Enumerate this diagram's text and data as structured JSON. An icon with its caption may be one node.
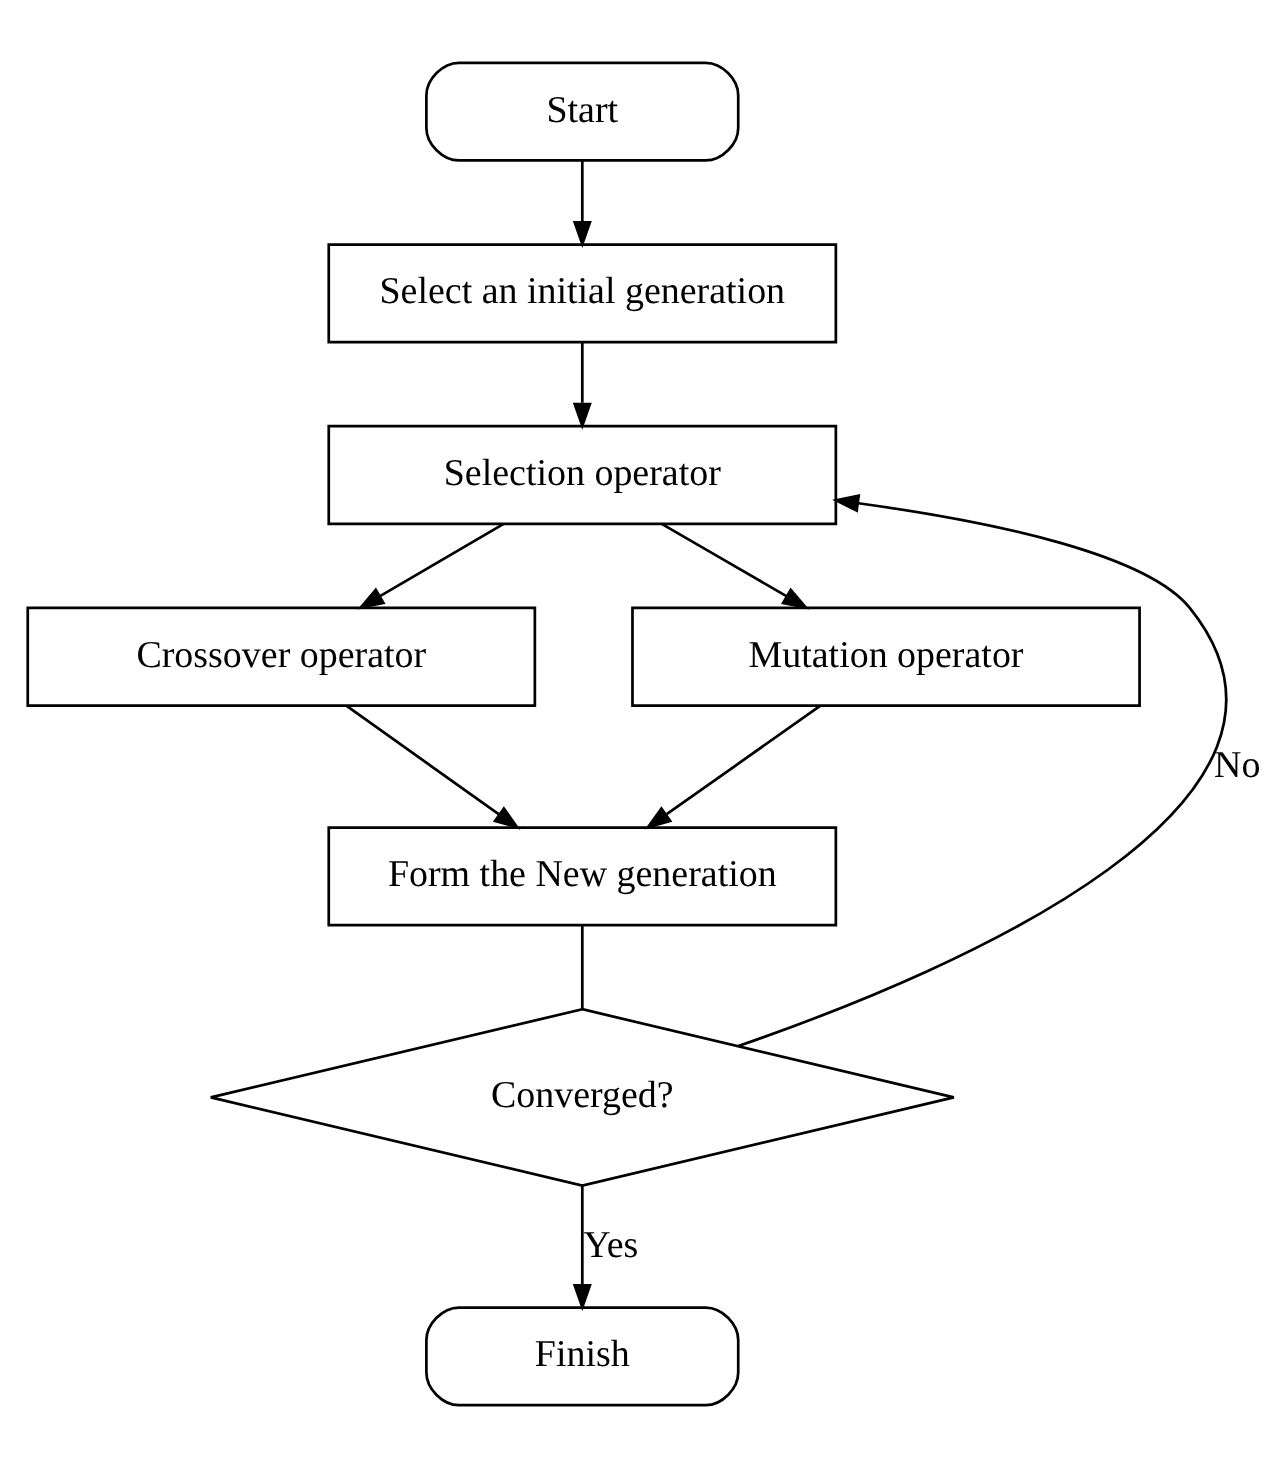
{
  "diagram": {
    "nodes": [
      {
        "text": [
          "Start"
        ]
      },
      {
        "text": [
          "Select an initial generation"
        ]
      },
      {
        "text": [
          "Selection operator"
        ]
      },
      {
        "text": [
          "Crossover operator"
        ]
      },
      {
        "text": [
          "Mutation operator"
        ]
      },
      {
        "text": [
          "Form the New generation"
        ]
      },
      {
        "text": [
          "Converged?"
        ]
      },
      {
        "text": [
          "Finish"
        ]
      }
    ],
    "edges": [
      {
        "from": 0,
        "to": 1,
        "arrow": "to"
      },
      {
        "from": 1,
        "to": 2,
        "arrow": "to"
      },
      {
        "from": 2,
        "to": 3,
        "arrow": "to"
      },
      {
        "from": 2,
        "to": 4,
        "arrow": "to"
      },
      {
        "from": 3,
        "to": 5,
        "arrow": "to"
      },
      {
        "from": 4,
        "to": 5,
        "arrow": "to"
      },
      {
        "from": 5,
        "to": 6,
        "arrow": "none"
      },
      {
        "from": 6,
        "to": 7,
        "arrow": "to",
        "label": "Yes"
      },
      {
        "from": 6,
        "to": 2,
        "arrow": "to",
        "label": "No"
      }
    ]
  }
}
